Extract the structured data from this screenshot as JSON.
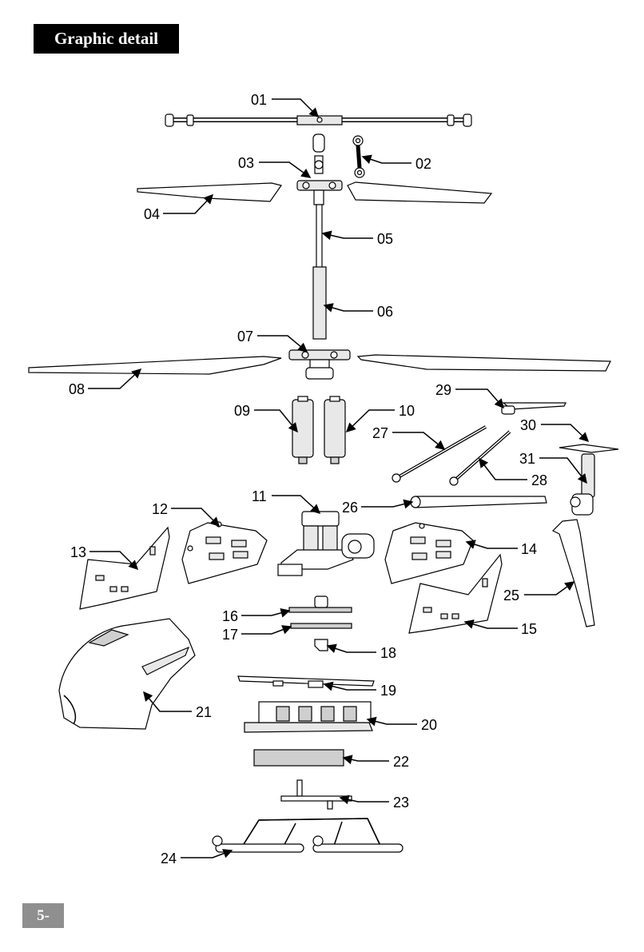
{
  "header": {
    "title": "Graphic detail"
  },
  "page": {
    "number": "5-"
  },
  "callouts": [
    "01",
    "02",
    "03",
    "04",
    "05",
    "06",
    "07",
    "08",
    "09",
    "10",
    "11",
    "12",
    "13",
    "14",
    "15",
    "16",
    "17",
    "18",
    "19",
    "20",
    "21",
    "22",
    "23",
    "24",
    "25",
    "26",
    "27",
    "28",
    "29",
    "30",
    "31"
  ]
}
